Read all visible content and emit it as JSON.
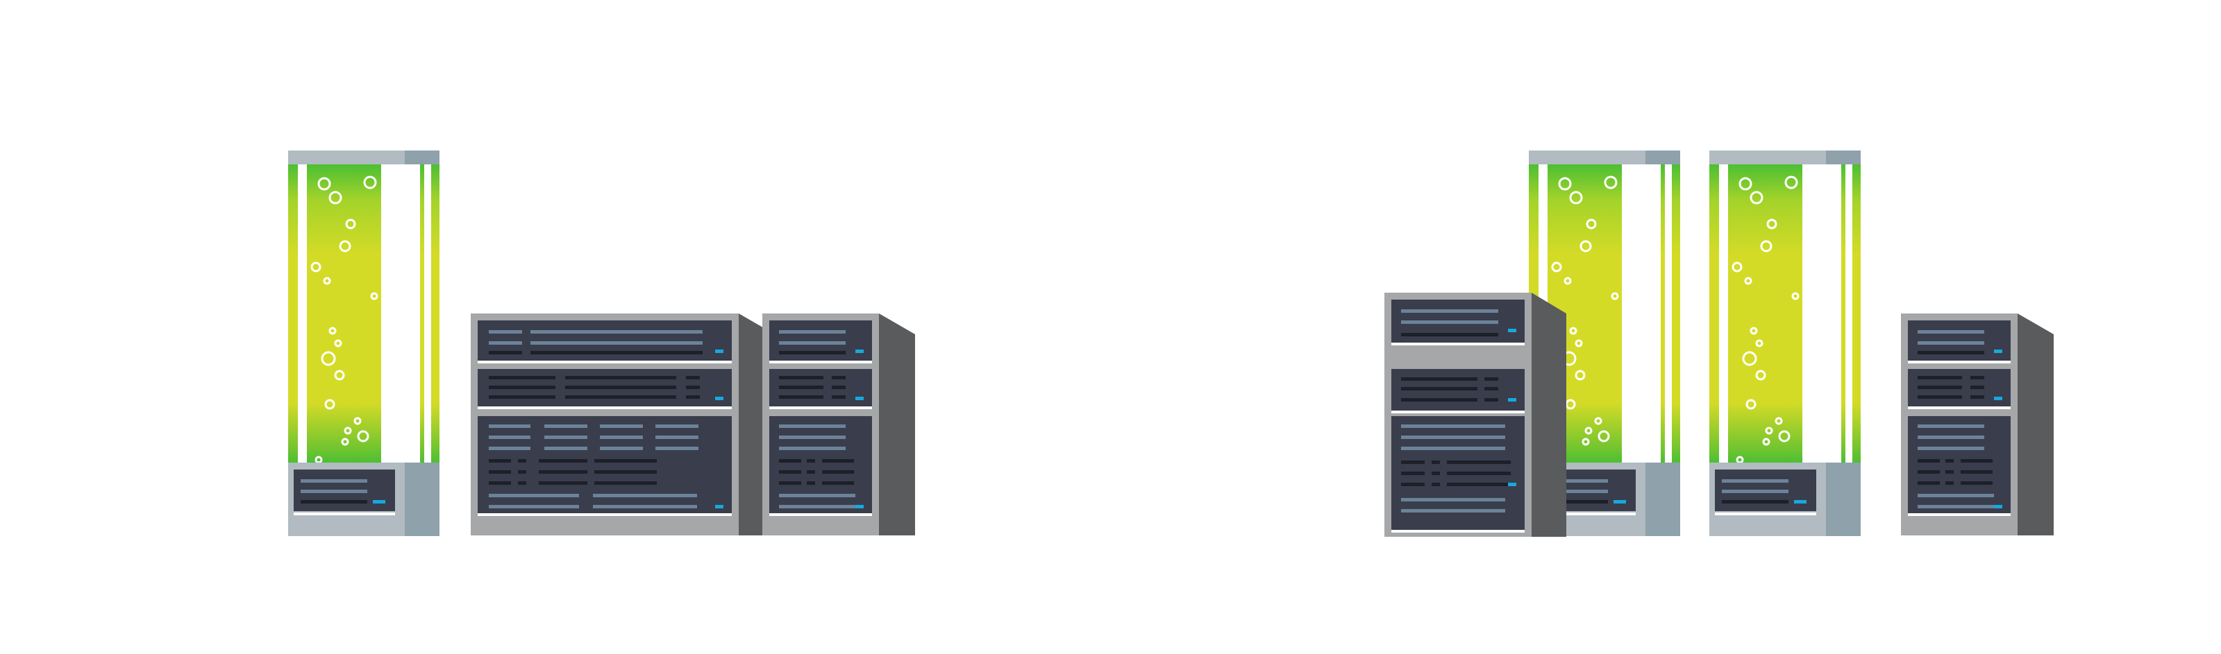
{
  "scene": {
    "background": "#ffffff",
    "groups": [
      {
        "name": "left-group",
        "items": [
          "bio-reactor-tank",
          "server-rack-wide",
          "server-rack-narrow"
        ]
      },
      {
        "name": "right-group",
        "items": [
          "server-rack-narrow",
          "bio-reactor-tank",
          "bio-reactor-tank",
          "server-rack-narrow"
        ]
      }
    ]
  },
  "colors": {
    "tank_top": "#b1bbc1",
    "tank_top_dark": "#8fa1ab",
    "liquid_green": "#4cbf33",
    "liquid_yellow": "#d3db27",
    "rack_frame": "#a5a7a9",
    "rack_side": "#5a5b5d",
    "panel": "#3a3d4c",
    "panel_line": "#6b8399",
    "panel_dark_line": "#1d1f29",
    "led": "#18a8e0"
  },
  "icons": [
    "bio-reactor-tank-icon",
    "server-rack-icon",
    "bubble-icon",
    "status-led-icon"
  ]
}
